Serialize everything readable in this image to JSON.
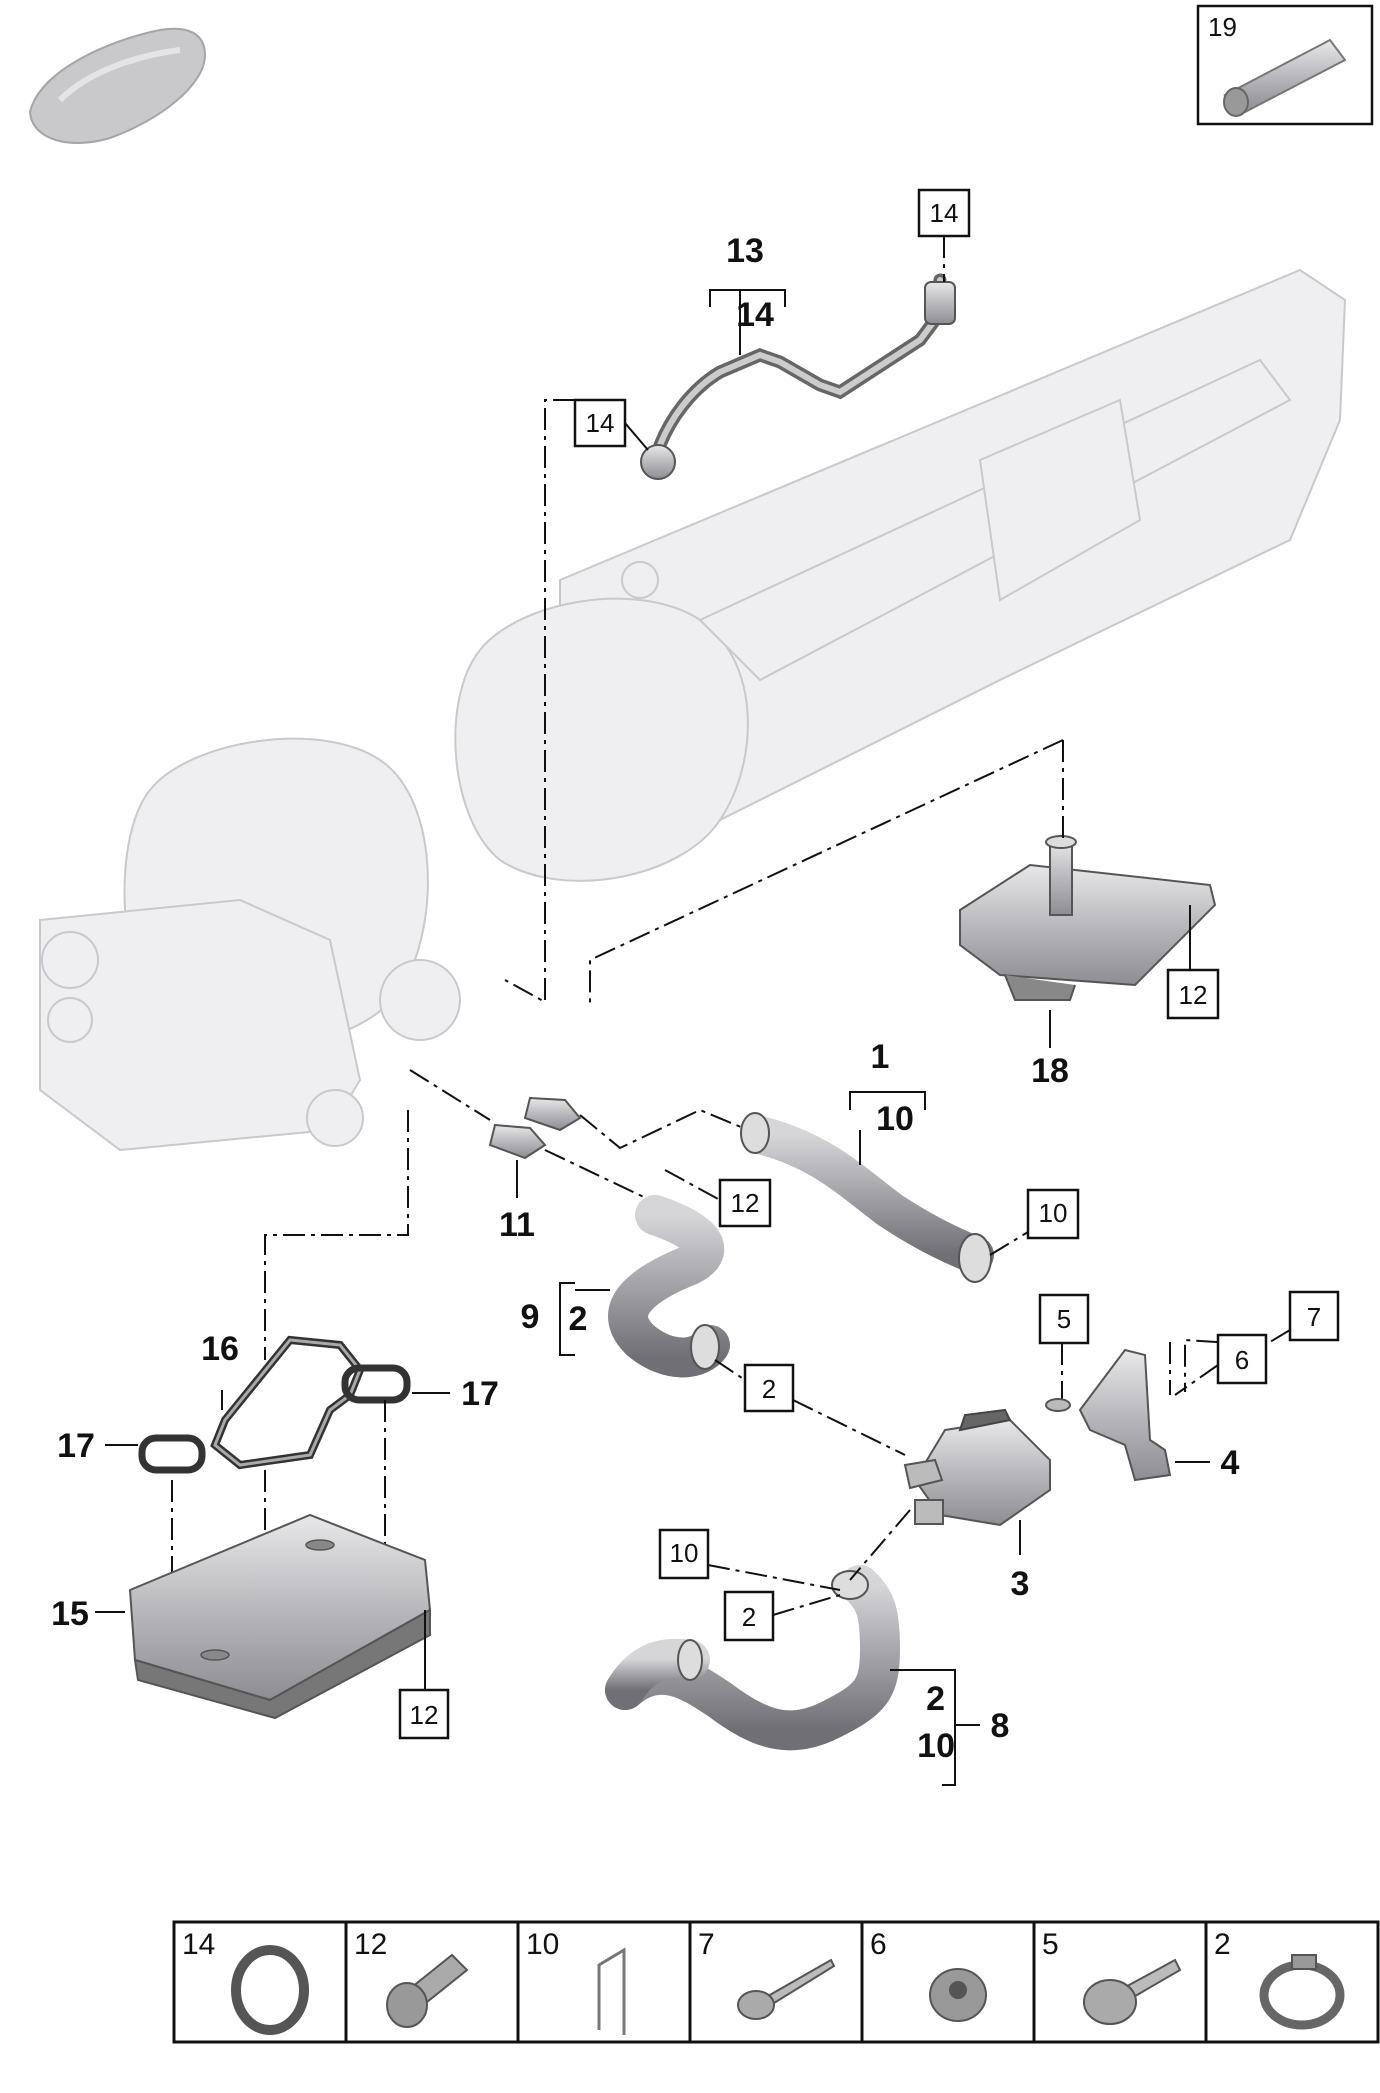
{
  "callouts": {
    "c13": "13",
    "c14a": "14",
    "c1": "1",
    "c10a": "10",
    "c18": "18",
    "c11": "11",
    "c9": "9",
    "c2a": "2",
    "c16": "16",
    "c17a": "17",
    "c17b": "17",
    "c15": "15",
    "c4": "4",
    "c3": "3",
    "c2b": "2",
    "c10b": "10",
    "c8": "8"
  },
  "boxed": {
    "b19": "19",
    "b14_top": "14",
    "b14_left": "14",
    "b12_plate": "12",
    "b12_conn": "12",
    "b10_hose": "10",
    "b5": "5",
    "b7": "7",
    "b6": "6",
    "b2_hose": "2",
    "b10_lower": "10",
    "b2_lower": "2",
    "b12_cooler": "12"
  },
  "legend": [
    {
      "num": "14",
      "icon": "o-ring-icon"
    },
    {
      "num": "12",
      "icon": "socket-bolt-icon"
    },
    {
      "num": "10",
      "icon": "spring-clip-icon"
    },
    {
      "num": "7",
      "icon": "screw-icon"
    },
    {
      "num": "6",
      "icon": "rubber-grommet-icon"
    },
    {
      "num": "5",
      "icon": "flange-bolt-icon"
    },
    {
      "num": "2",
      "icon": "hose-clamp-icon"
    }
  ]
}
